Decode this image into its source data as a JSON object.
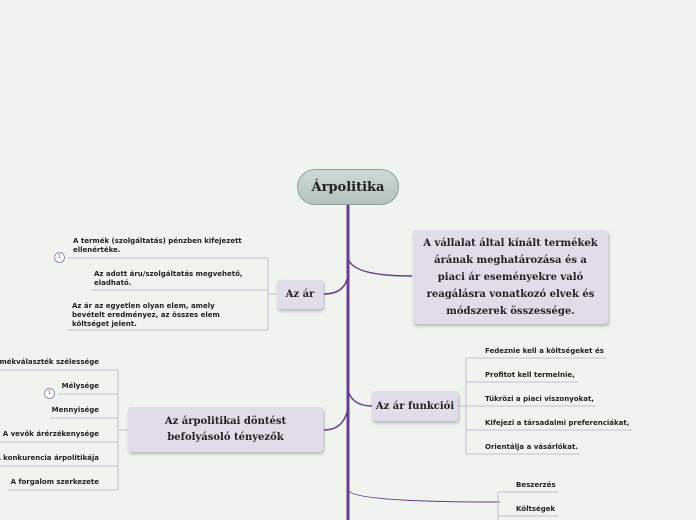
{
  "root": {
    "label": "Árpolitika"
  },
  "definition": {
    "text": "A vállalat által kínált termékek árának meghatározása és a piaci ár eseményekre való reagálásra vonatkozó elvek és módszerek összessége."
  },
  "ar": {
    "label": "Az ár",
    "items": [
      "A termék (szolgáltatás) pénzben kifejezett ellenértéke.",
      "Az adott áru/szolgáltatás megvehető, eladható.",
      "Az ár az egyetlen olyan elem, amely bevételt eredményez, az összes elem költséget jelent."
    ],
    "badge": "1"
  },
  "funkciok": {
    "label": "Az ár funkciói",
    "items": [
      "Fedeznie kell a költségeket és",
      "Profitot kell termelnie,",
      "Tükrözi a piaci viszonyokat,",
      "Kifejezi a társadalmi preferenciákat,",
      "Orientálja a vásárlókat."
    ]
  },
  "tenyezok": {
    "label": "Az árpolitikai döntést befolyásoló tényezők",
    "items": [
      "Termékválaszték szélessége",
      "Mélysége",
      "Mennyisége",
      "A vevők árérzékenysége",
      "A konkurencia árpolitikája",
      "A forgalom szerkezete"
    ],
    "badge": "1"
  },
  "bottom": {
    "items": [
      "Beszerzés",
      "Költségek"
    ]
  },
  "colors": {
    "line": "#6a3d8f",
    "box": "#e2dcea"
  }
}
